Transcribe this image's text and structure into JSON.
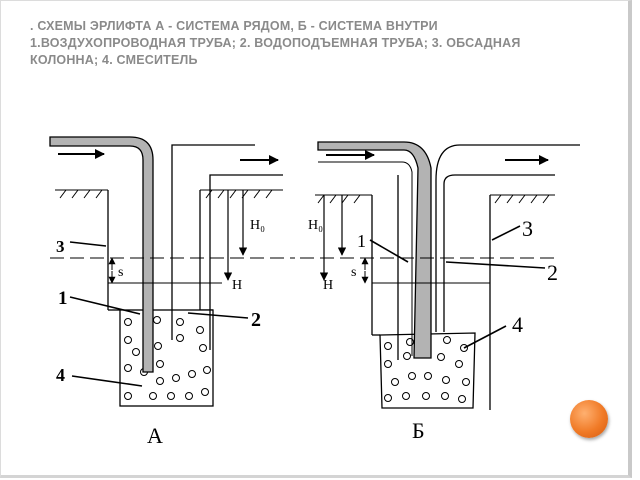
{
  "slide": {
    "title": ". Схемы эрлифта а - система рядом, б - система внутри 1.воздухопроводная труба; 2. водоподъемная труба; 3. обсадная колонна; 4. смеситель"
  },
  "diagram_a": {
    "caption": "А",
    "labels": {
      "n1": "1",
      "n2": "2",
      "n3": "3",
      "n4": "4",
      "s": "s",
      "h0": "H₀",
      "h": "H"
    }
  },
  "diagram_b": {
    "caption": "Б",
    "labels": {
      "n1": "1",
      "n2": "2",
      "n3": "3",
      "n4": "4",
      "s": "s",
      "h0": "H₀",
      "h": "H"
    }
  },
  "colors": {
    "pipe_fill": "#b3b3b3",
    "line": "#000000",
    "accent_dot": "#f07a26"
  }
}
